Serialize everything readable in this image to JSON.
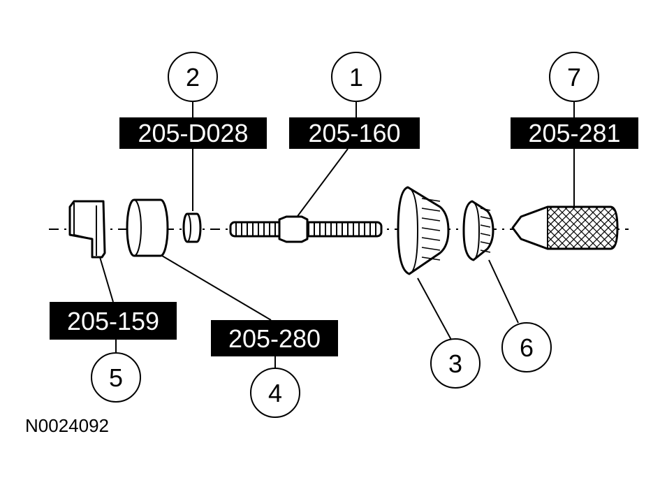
{
  "callouts": [
    {
      "number": "1",
      "tool": "205-160"
    },
    {
      "number": "2",
      "tool": "205-D028"
    },
    {
      "number": "3"
    },
    {
      "number": "4",
      "tool": "205-280"
    },
    {
      "number": "5",
      "tool": "205-159"
    },
    {
      "number": "6"
    },
    {
      "number": "7",
      "tool": "205-281"
    }
  ],
  "figure_id": "N0024092"
}
